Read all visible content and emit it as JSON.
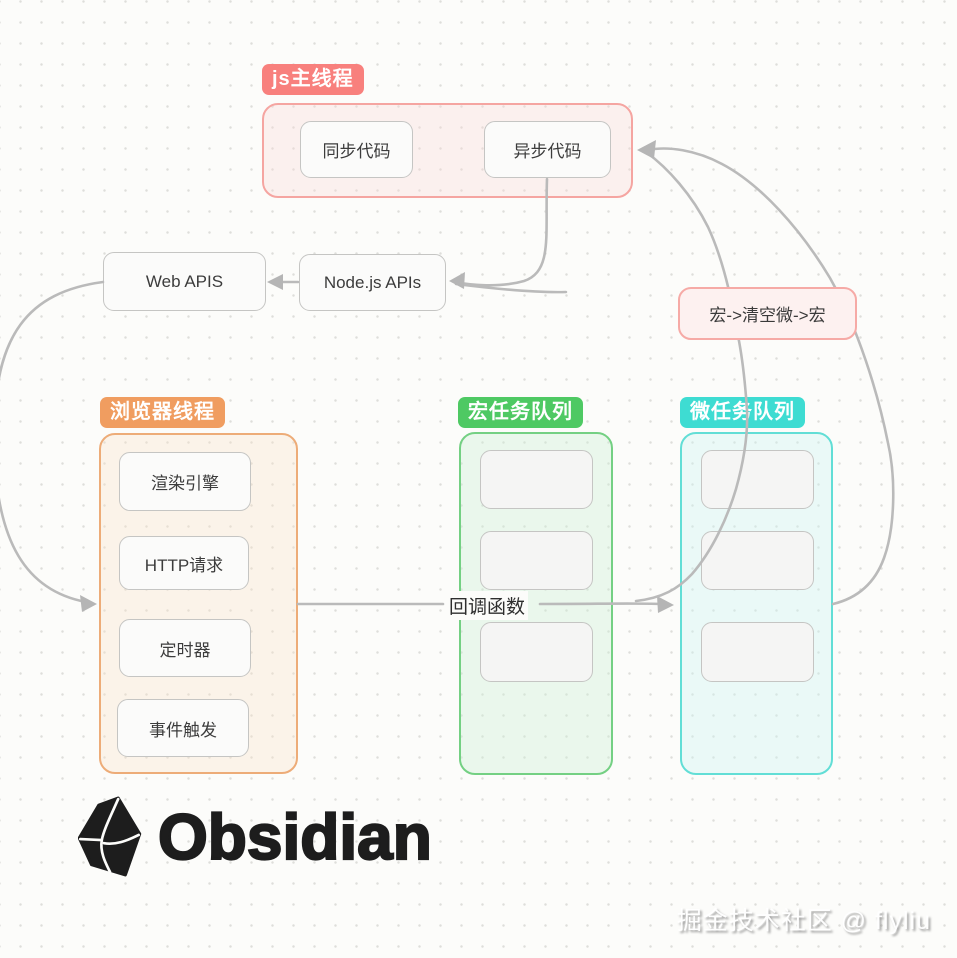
{
  "page": {
    "watermark": "掘金技术社区 @ flyliu"
  },
  "brand": {
    "name": "Obsidian"
  },
  "diagram": {
    "js_thread": {
      "label": "js主线程",
      "label_color": "#f8807d",
      "sync_box": "同步代码",
      "async_box": "异步代码"
    },
    "apis": {
      "web": "Web APIS",
      "node": "Node.js APIs"
    },
    "note": {
      "text": "宏->清空微->宏"
    },
    "browser_thread": {
      "label": "浏览器线程",
      "label_color": "#f09d60",
      "items": [
        "渲染引擎",
        "HTTP请求",
        "定时器",
        "事件触发"
      ]
    },
    "macro_queue": {
      "label": "宏任务队列",
      "label_color": "#4ec963",
      "empty_slots": 3
    },
    "micro_queue": {
      "label": "微任务队列",
      "label_color": "#3edcd2",
      "empty_slots": 3
    },
    "edge_label": {
      "text": "回调函数"
    },
    "colors": {
      "connector": "#bababa",
      "js_border": "#f5a5a1",
      "browser_border": "#edac78",
      "macro_border": "#74d083",
      "micro_border": "#62ded6"
    }
  }
}
